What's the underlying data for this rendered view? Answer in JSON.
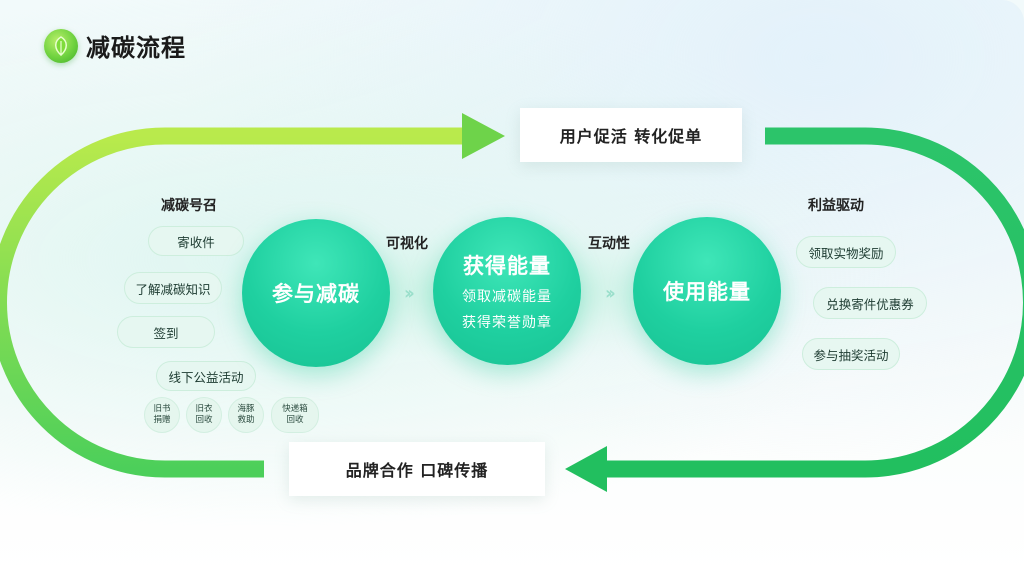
{
  "header": {
    "title": "减碳流程"
  },
  "loop": {
    "top_label": "用户促活 转化促单",
    "bottom_label": "品牌合作 口碑传播",
    "colors": {
      "start": "#b9ea4c",
      "end": "#1fbf5f"
    }
  },
  "left": {
    "heading": "减碳号召",
    "items": [
      "寄收件",
      "了解减碳知识",
      "签到",
      "线下公益活动"
    ],
    "sub_items": [
      {
        "line1": "旧书",
        "line2": "捐赠"
      },
      {
        "line1": "旧衣",
        "line2": "回收"
      },
      {
        "line1": "海豚",
        "line2": "救助"
      },
      {
        "line1": "快递箱",
        "line2": "回收"
      }
    ]
  },
  "stages": [
    {
      "title": "参与减碳",
      "lines": []
    },
    {
      "title": "获得能量",
      "lines": [
        "领取减碳能量",
        "获得荣誉勋章"
      ]
    },
    {
      "title": "使用能量",
      "lines": []
    }
  ],
  "connectors": [
    "可视化",
    "互动性"
  ],
  "right": {
    "heading": "利益驱动",
    "items": [
      "领取实物奖励",
      "兑换寄件优惠券",
      "参与抽奖活动"
    ]
  }
}
